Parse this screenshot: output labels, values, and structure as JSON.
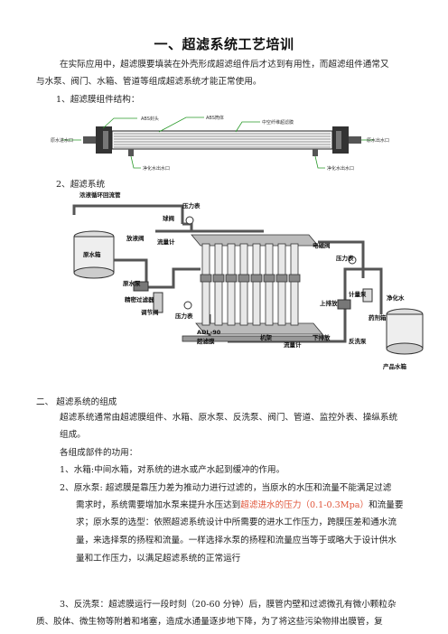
{
  "doc": {
    "title": "一、超滤系统工艺培训",
    "intro_line1": "在实际应用中，超滤膜要填装在外壳形成超滤组件后才达到有用性，而超滤组件通常又",
    "intro_line2": "与水泵、阀门、水箱、管道等组成超滤系统才能正常使用。",
    "heading1": "1、超滤膜组件结构：",
    "heading2": "2、超滤系统",
    "section2": "二、 超滤系统的组成",
    "sys_line1": "超滤系统通常由超滤膜组件、水箱、原水泵、反洗泵、阀门、管道、监控外表、操纵系统",
    "sys_line2": "组成。",
    "parts_title": "各组成部件的功用：",
    "item1": "1、水箱:中间水箱，对系统的进水或产水起到缓冲的作用。",
    "item2_a": "2、原水泵: 超滤膜是靠压力差为推动力进行过滤的，当原水的水压和流量不能满足过滤",
    "item2_b1": "需求时，系统需要增加水泵来提升水压达到",
    "item2_b_red": "超滤进水的压力（0.1-0.3Mpa）",
    "item2_b2": "和流量要",
    "item2_c": "求；原水泵的选型：依照超滤系统设计中所需要的进水工作压力，跨膜压差和通水流",
    "item2_d": "量，来选择泵的扬程和流量。一样选择水泵的扬程和流量应当等于或略大于设计供水",
    "item2_e": "量和工作压力，以满足超滤系统的正常运行",
    "item3_a": "3、反洗泵：超滤膜运行一段时刻（20-60 分钟）后，膜管内壁和过滤微孔有微小颗粒杂",
    "item3_b": "质、胶体、微生物等附着和堵塞，造成水通量逐步地下降，为了将这些污染物排出膜管，复"
  },
  "fig1": {
    "labels": {
      "abs_end": "ABS封头",
      "abs_shell": "ABS筒体",
      "hollow_fiber": "中空纤维超滤膜",
      "raw_in": "原水进水口",
      "raw_out": "原水出水口",
      "clean_out1": "净化水出水口",
      "clean_out2": "净化水出水口"
    }
  },
  "fig2": {
    "labels": {
      "return_pipe": "浓液循环回流管",
      "pressure_gauge1": "压力表",
      "ball_valve": "球阀",
      "flowmeter": "流量计",
      "solenoid": "电磁阀",
      "pressure_gauge2": "压力表",
      "raw_tank": "原水箱",
      "drain_valve": "放液阀",
      "raw_pump": "原水泵",
      "precision_filter": "精密过滤器",
      "regulating_valve": "调节阀",
      "pressure_gauge3": "压力表",
      "model": "ADL-90",
      "membrane": "超滤膜",
      "frame": "机架",
      "flowmeter2": "流量计",
      "upper_drain": "上排放",
      "lower_drain": "下排放",
      "meter_pump": "计量泵",
      "reagent_tank": "药剂箱",
      "backwash_pump": "反洗泵",
      "purified_water": "净化水",
      "product_tank": "产品水箱"
    }
  }
}
